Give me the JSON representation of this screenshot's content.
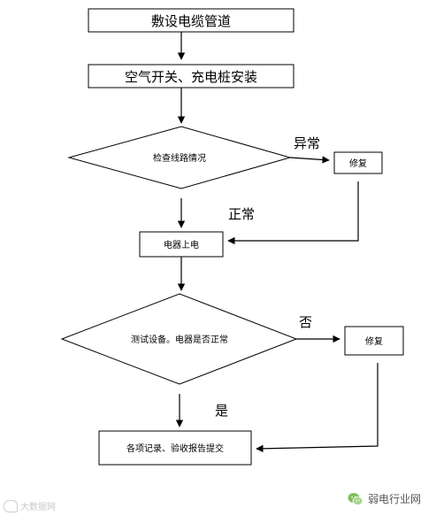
{
  "nodes": {
    "lay_duct": "敷设电缆管道",
    "install": "空气开关、充电桩安装",
    "check_line": "检查线路情况",
    "repair_1": "修复",
    "power_on": "电器上电",
    "test_device": "测试设备。电器是否正常",
    "repair_2": "修复",
    "submit": "各项记录、验收报告提交"
  },
  "edge_labels": {
    "abnormal": "异常",
    "normal": "正常",
    "no": "否",
    "yes": "是"
  },
  "watermarks": {
    "left": "大数据网",
    "right": "弱电行业网"
  },
  "colors": {
    "line": "#000000",
    "wechat_green": "#7fbf5a",
    "watermark_text": "#b0b0b0"
  },
  "icons": {
    "wechat": "wechat-icon",
    "left_logo": "logo-icon"
  }
}
